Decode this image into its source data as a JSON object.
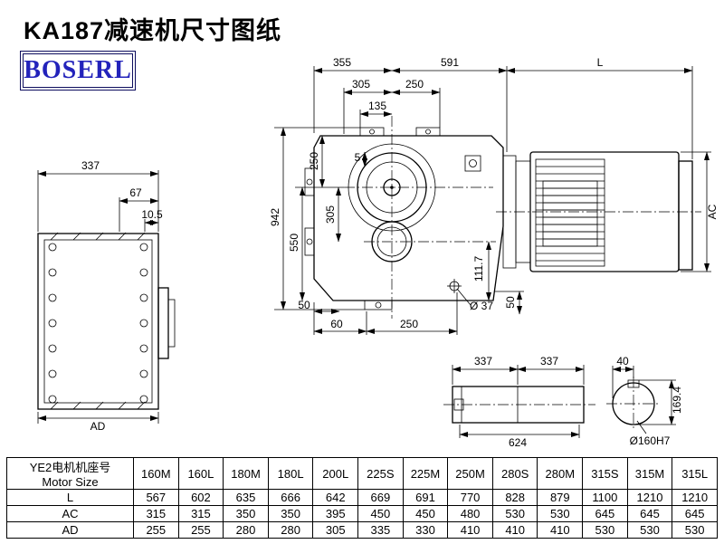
{
  "page": {
    "title": "KA187减速机尺寸图纸",
    "logo": "BOSERL"
  },
  "dims": {
    "front_width": "337",
    "front_offset": "67",
    "front_step": "10.5",
    "front_ad": "AD",
    "top_355": "355",
    "top_591": "591",
    "top_l": "L",
    "top_305": "305",
    "top_250": "250",
    "top_135": "135",
    "left_942": "942",
    "left_550": "550",
    "left_250": "250",
    "left_305": "305",
    "left_5": "5",
    "right_111_7": "111.7",
    "bottom_50_left": "50",
    "bottom_60": "60",
    "bottom_250": "250",
    "bottom_dia37": "Ø 37",
    "bottom_50_right": "50",
    "motor_ac": "AC",
    "shaft_337_a": "337",
    "shaft_337_b": "337",
    "shaft_624": "624",
    "shaft_40": "40",
    "shaft_169_4": "169.4",
    "shaft_dia": "Ø160H7"
  },
  "table": {
    "row_header_line1": "YE2电机机座号",
    "row_header_line2": "Motor Size",
    "columns": [
      "160M",
      "160L",
      "180M",
      "180L",
      "200L",
      "225S",
      "225M",
      "250M",
      "280S",
      "280M",
      "315S",
      "315M",
      "315L"
    ],
    "rows": [
      {
        "label": "L",
        "values": [
          "567",
          "602",
          "635",
          "666",
          "642",
          "669",
          "691",
          "770",
          "828",
          "879",
          "1100",
          "1210",
          "1210"
        ]
      },
      {
        "label": "AC",
        "values": [
          "315",
          "315",
          "350",
          "350",
          "395",
          "450",
          "450",
          "480",
          "530",
          "530",
          "645",
          "645",
          "645"
        ]
      },
      {
        "label": "AD",
        "values": [
          "255",
          "255",
          "280",
          "280",
          "305",
          "335",
          "330",
          "410",
          "410",
          "410",
          "530",
          "530",
          "530"
        ]
      }
    ]
  }
}
